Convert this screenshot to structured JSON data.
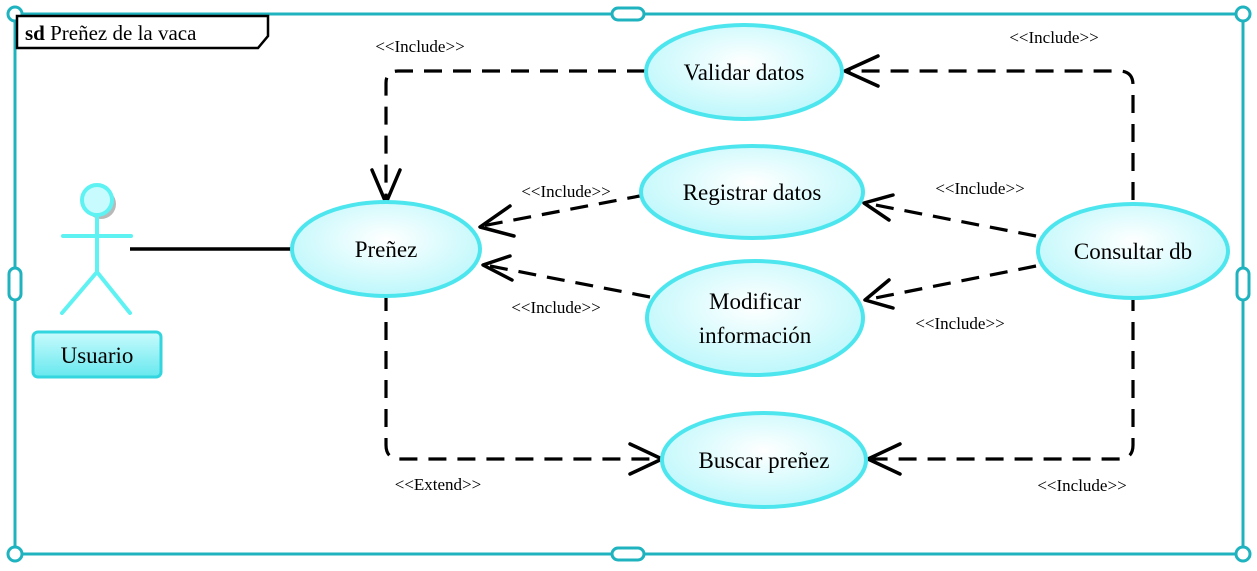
{
  "diagram": {
    "frame": {
      "keyword": "sd",
      "title": "Preñez de la vaca"
    },
    "actor": {
      "label": "Usuario"
    },
    "use_cases": {
      "prenez": "Preñez",
      "validar": "Validar datos",
      "registrar": "Registrar datos",
      "modificar_line1": "Modificar",
      "modificar_line2": "información",
      "buscar": "Buscar preñez",
      "consultar": "Consultar db"
    },
    "relations": {
      "validar_to_prenez": "<<Include>>",
      "consultar_to_validar": "<<Include>>",
      "registrar_to_prenez": "<<Include>>",
      "consultar_to_registrar": "<<Include>>",
      "modificar_to_prenez": "<<Include>>",
      "consultar_to_modificar": "<<Include>>",
      "prenez_to_buscar": "<<Extend>>",
      "consultar_to_buscar": "<<Include>>"
    },
    "colors": {
      "use_case_fill": "#d9ffff",
      "use_case_stroke": "#4ee6ee",
      "frame_border": "#1fb3bf",
      "actor_stroke": "#5ef2f2",
      "actor_label_fill": "#7ff0f4",
      "line": "#000000"
    }
  }
}
